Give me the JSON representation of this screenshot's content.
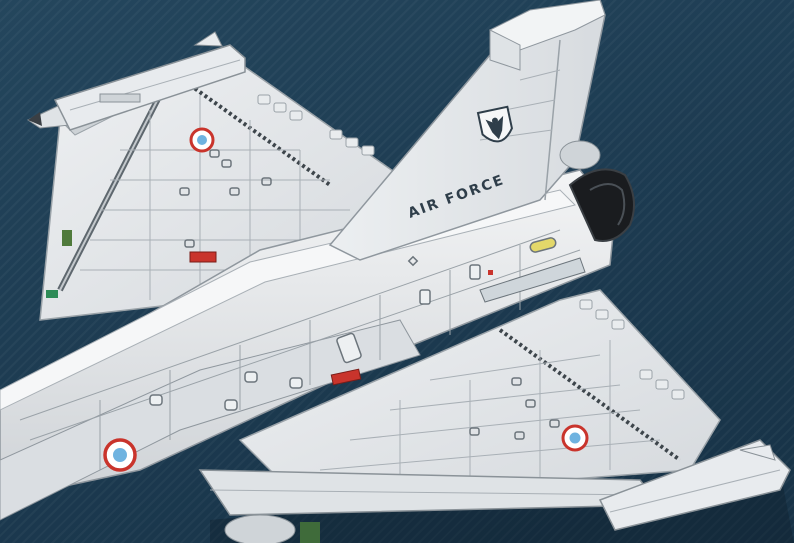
{
  "scene": {
    "subject": "toy-brick-fighter-jet-model",
    "background_color": "#1e3a4e",
    "body_color": "#e4e7ea",
    "panel_line_color": "#8f979e",
    "accent_red": "#c9342c",
    "roundel_blue": "#6fb3e0",
    "canopy_color": "#1a1c1f"
  },
  "tail": {
    "marking_text": "AIR FORCE",
    "emblem": "eagle-emblem"
  }
}
